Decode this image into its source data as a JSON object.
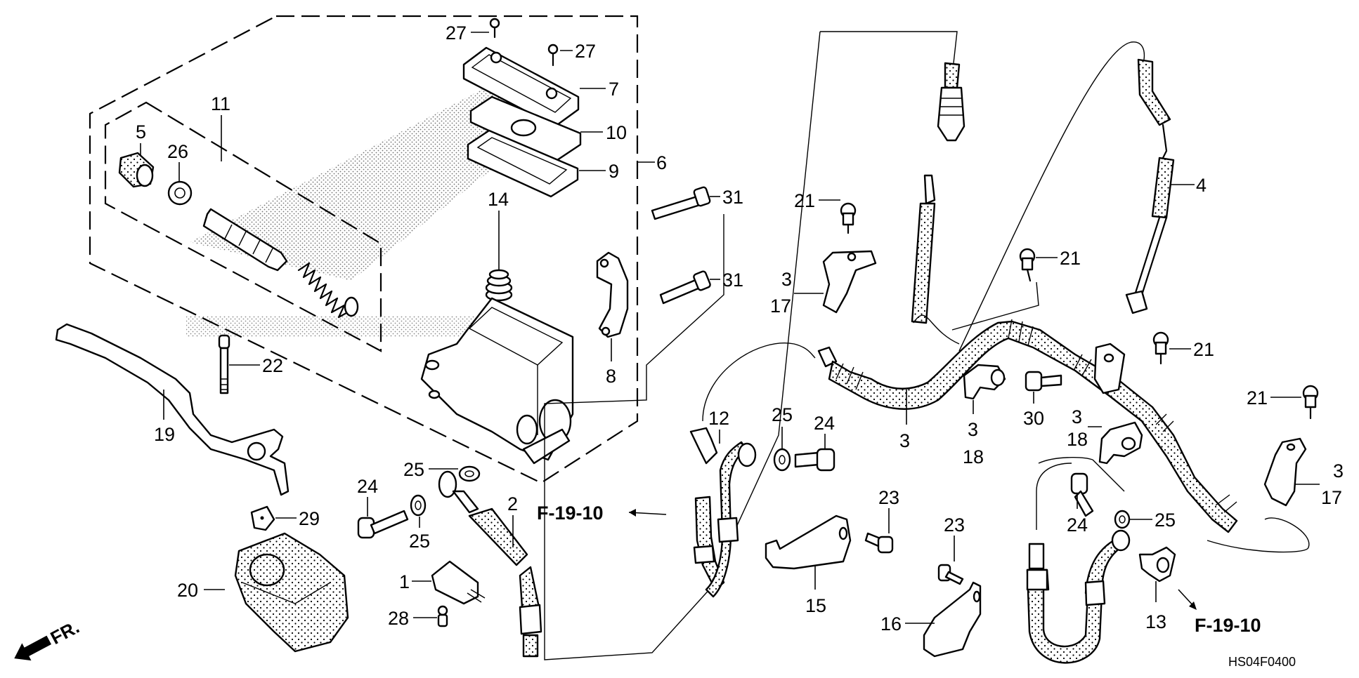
{
  "diagram": {
    "title": "Front brake master cylinder parts diagram",
    "diagram_code": "HS04F0400",
    "direction_label": "FR.",
    "cross_references": [
      {
        "id": "ref-left",
        "label": "F-19-10"
      },
      {
        "id": "ref-right",
        "label": "F-19-10"
      }
    ],
    "callouts": {
      "c1": "1",
      "c2": "2",
      "c3a": "3",
      "c3b": "3",
      "c3c": "3",
      "c3d": "3",
      "c3e": "3",
      "c4": "4",
      "c5": "5",
      "c6": "6",
      "c7": "7",
      "c8": "8",
      "c9": "9",
      "c10": "10",
      "c11": "11",
      "c12": "12",
      "c13": "13",
      "c14": "14",
      "c15": "15",
      "c16": "16",
      "c17a": "17",
      "c17b": "17",
      "c18a": "18",
      "c18b": "18",
      "c19": "19",
      "c20": "20",
      "c21a": "21",
      "c21b": "21",
      "c21c": "21",
      "c21d": "21",
      "c22": "22",
      "c23a": "23",
      "c23b": "23",
      "c24a": "24",
      "c24b": "24",
      "c24c": "24",
      "c25a": "25",
      "c25b": "25",
      "c25c": "25",
      "c25d": "25",
      "c26": "26",
      "c27a": "27",
      "c27b": "27",
      "c28": "28",
      "c29": "29",
      "c30": "30",
      "c31a": "31",
      "c31b": "31"
    }
  }
}
